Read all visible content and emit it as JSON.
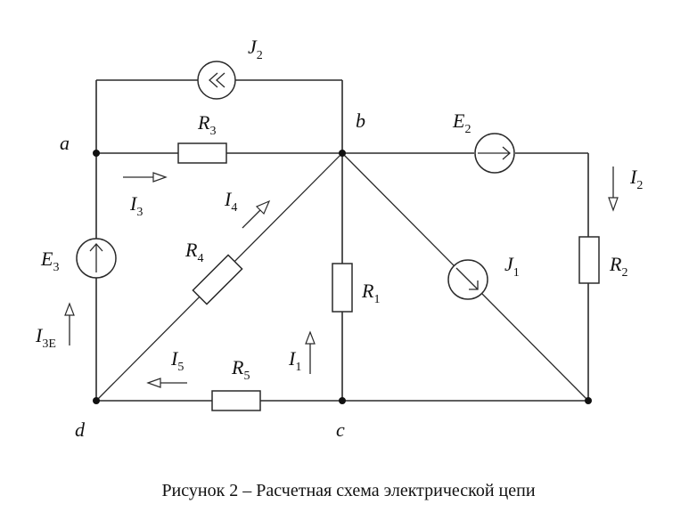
{
  "nodes": {
    "a": "a",
    "b": "b",
    "c": "c",
    "d": "d"
  },
  "elements": {
    "J2": {
      "main": "J",
      "sub": "2"
    },
    "J1": {
      "main": "J",
      "sub": "1"
    },
    "E2": {
      "main": "E",
      "sub": "2"
    },
    "E3": {
      "main": "E",
      "sub": "3"
    },
    "R1": {
      "main": "R",
      "sub": "1"
    },
    "R2": {
      "main": "R",
      "sub": "2"
    },
    "R3": {
      "main": "R",
      "sub": "3"
    },
    "R4": {
      "main": "R",
      "sub": "4"
    },
    "R5": {
      "main": "R",
      "sub": "5"
    }
  },
  "currents": {
    "I1": {
      "main": "I",
      "sub": "1"
    },
    "I2": {
      "main": "I",
      "sub": "2"
    },
    "I3": {
      "main": "I",
      "sub": "3"
    },
    "I4": {
      "main": "I",
      "sub": "4"
    },
    "I5": {
      "main": "I",
      "sub": "5"
    },
    "I3E": {
      "main": "I",
      "sub": "3E"
    }
  },
  "caption": "Рисунок 2 – Расчетная схема электрической цепи"
}
